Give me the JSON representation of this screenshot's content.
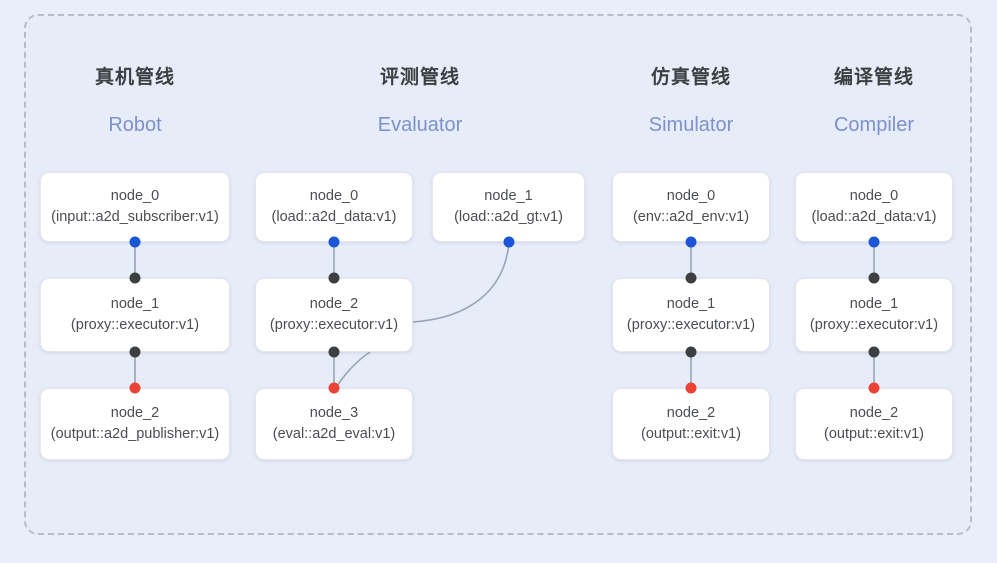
{
  "diagram": {
    "background_color": "#eaeef8",
    "panel_color": "#e7ecf9",
    "panel_border_color": "#b6bcc9",
    "edge_color": "#9aa3b5",
    "port_colors": {
      "input": "#1a56d6",
      "intermediate": "#3c4043",
      "output": "#ea4335"
    },
    "columns": [
      {
        "id": "robot",
        "title_zh": "真机管线",
        "title_en": "Robot",
        "nodes": [
          {
            "id": "robot-node-0",
            "name": "node_0",
            "spec": "(input::a2d_subscriber:v1)"
          },
          {
            "id": "robot-node-1",
            "name": "node_1",
            "spec": "(proxy::executor:v1)"
          },
          {
            "id": "robot-node-2",
            "name": "node_2",
            "spec": "(output::a2d_publisher:v1)"
          }
        ]
      },
      {
        "id": "evaluator",
        "title_zh": "评测管线",
        "title_en": "Evaluator",
        "nodes": [
          {
            "id": "eval-node-0",
            "name": "node_0",
            "spec": "(load::a2d_data:v1)"
          },
          {
            "id": "eval-node-1",
            "name": "node_1",
            "spec": "(load::a2d_gt:v1)"
          },
          {
            "id": "eval-node-2",
            "name": "node_2",
            "spec": "(proxy::executor:v1)"
          },
          {
            "id": "eval-node-3",
            "name": "node_3",
            "spec": "(eval::a2d_eval:v1)"
          }
        ]
      },
      {
        "id": "simulator",
        "title_zh": "仿真管线",
        "title_en": "Simulator",
        "nodes": [
          {
            "id": "sim-node-0",
            "name": "node_0",
            "spec": "(env::a2d_env:v1)"
          },
          {
            "id": "sim-node-1",
            "name": "node_1",
            "spec": "(proxy::executor:v1)"
          },
          {
            "id": "sim-node-2",
            "name": "node_2",
            "spec": "(output::exit:v1)"
          }
        ]
      },
      {
        "id": "compiler",
        "title_zh": "编译管线",
        "title_en": "Compiler",
        "nodes": [
          {
            "id": "comp-node-0",
            "name": "node_0",
            "spec": "(load::a2d_data:v1)"
          },
          {
            "id": "comp-node-1",
            "name": "node_1",
            "spec": "(proxy::executor:v1)"
          },
          {
            "id": "comp-node-2",
            "name": "node_2",
            "spec": "(output::exit:v1)"
          }
        ]
      }
    ]
  }
}
